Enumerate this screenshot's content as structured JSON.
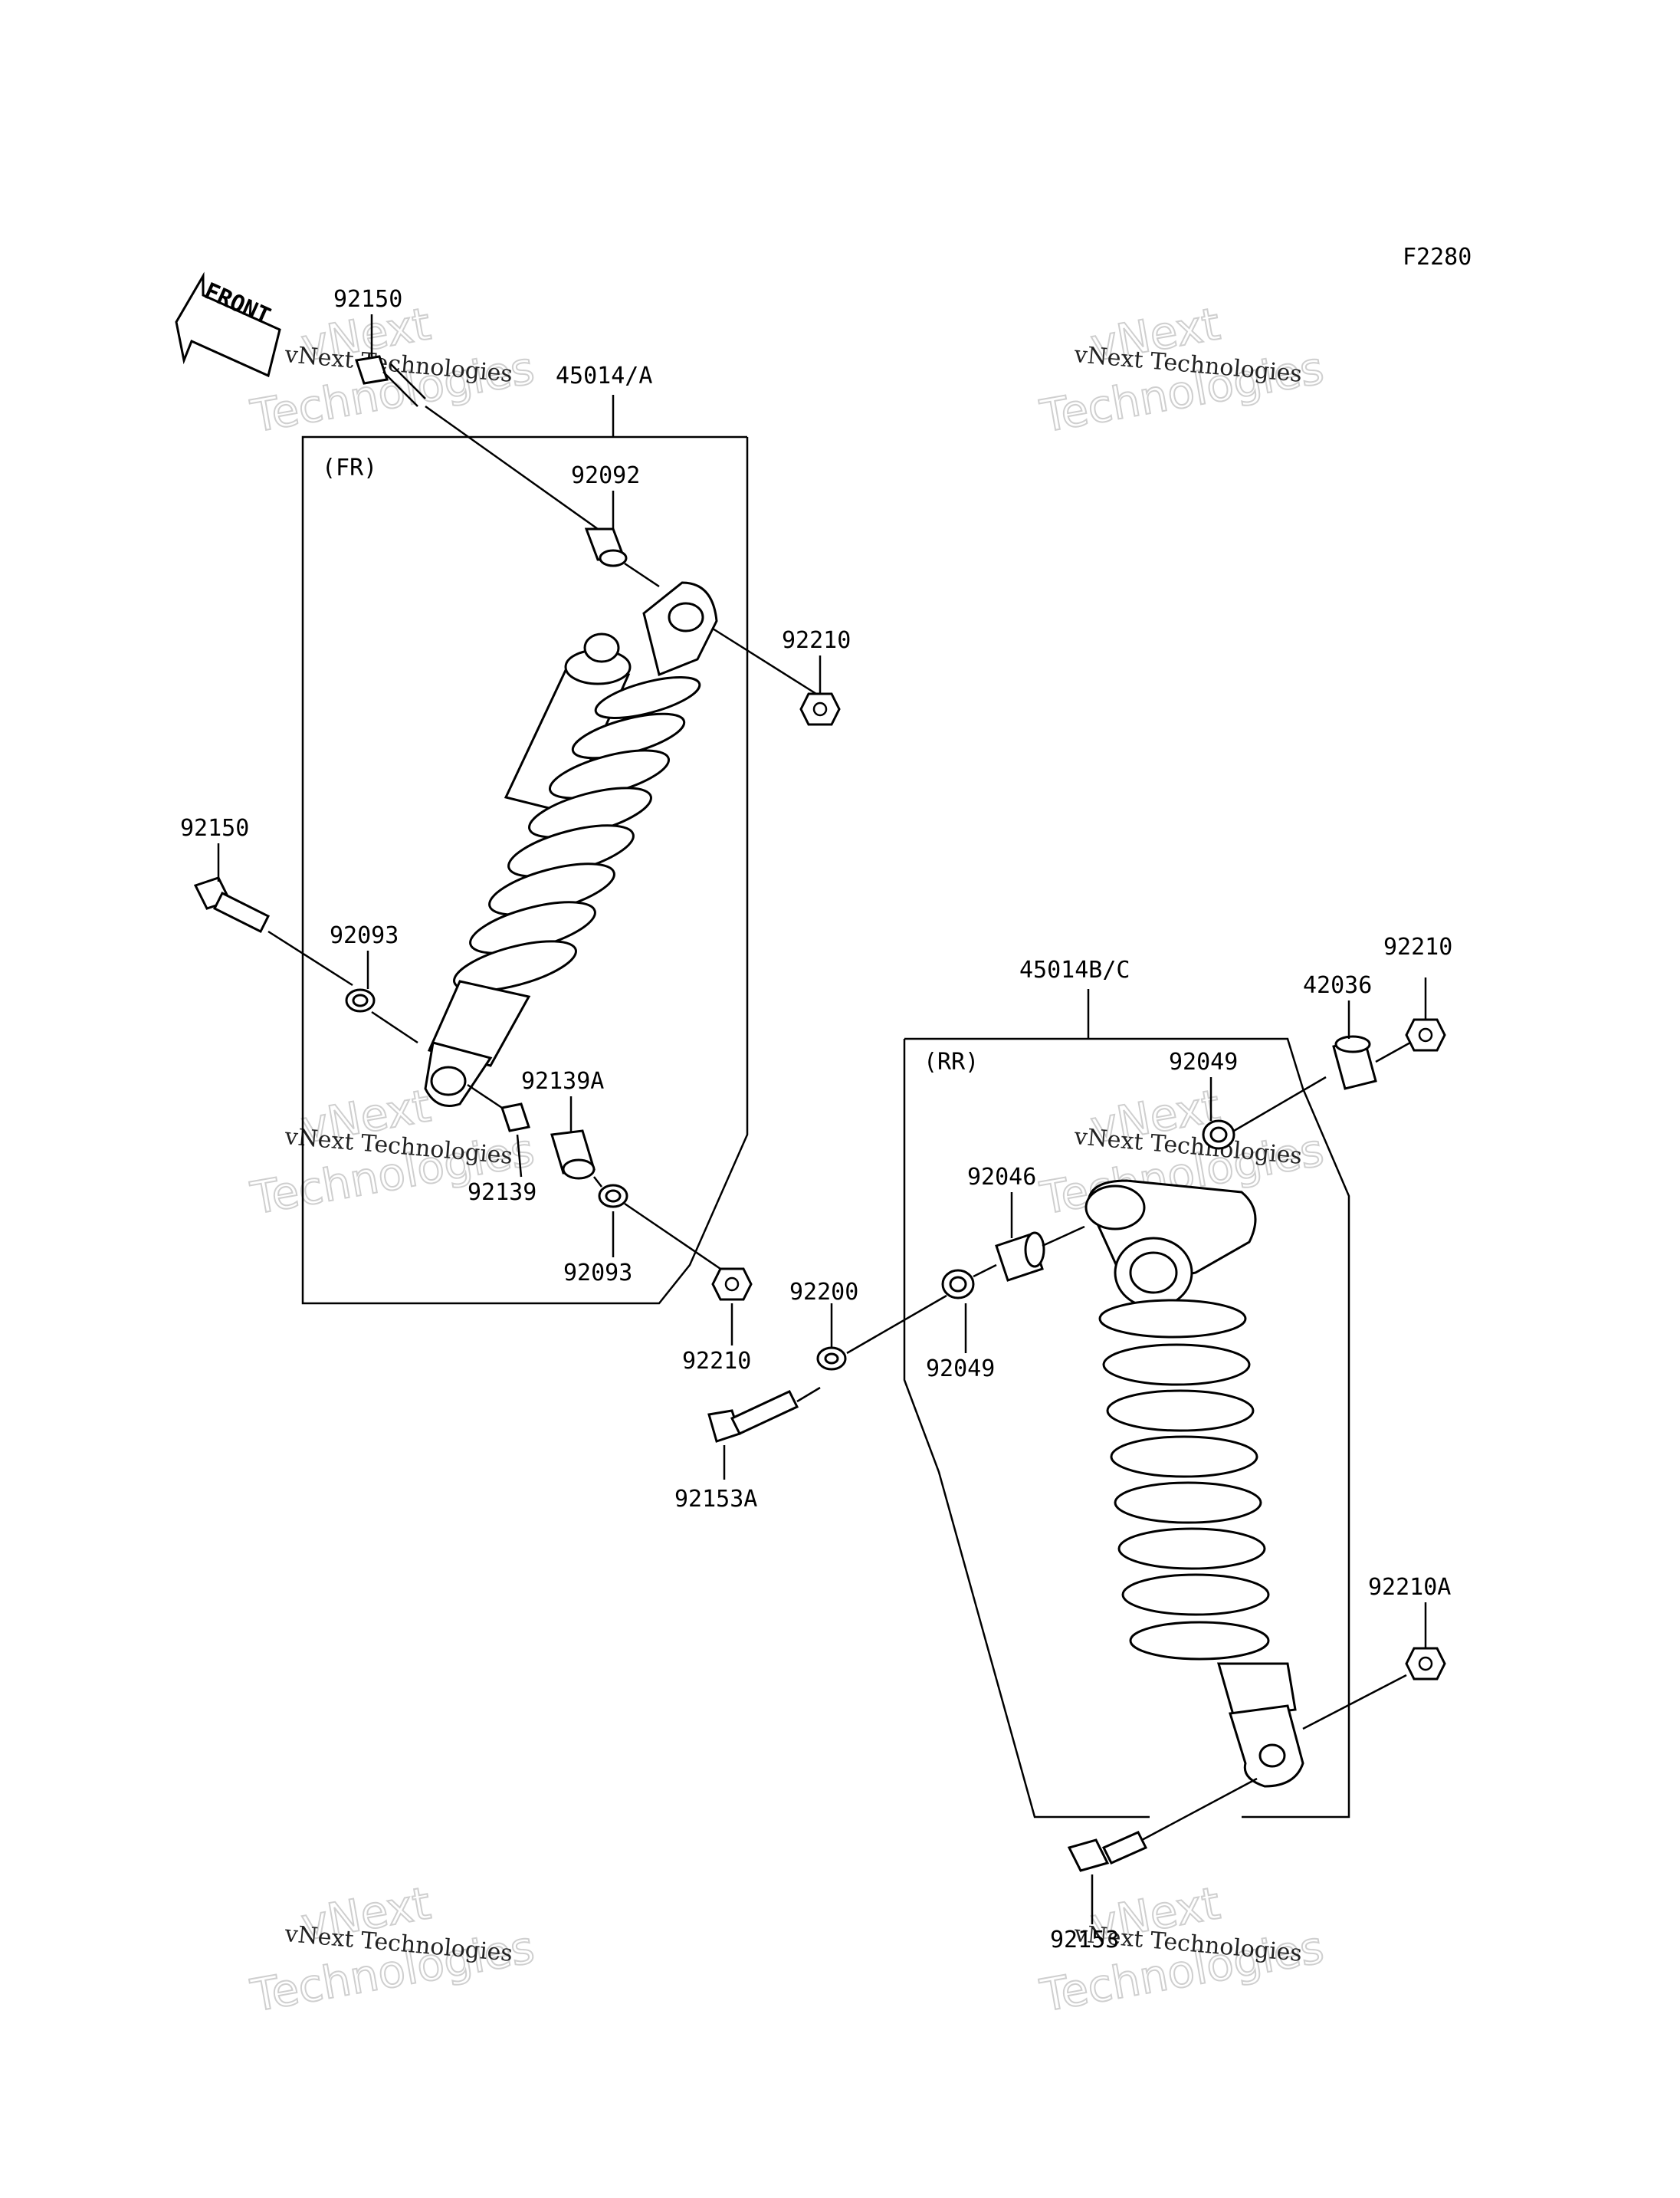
{
  "diagram_code": "F2280",
  "front_arrow_text": "FRONT",
  "watermark": {
    "line1": "vNext",
    "line2": "Technologies",
    "caption": "vNext Technologies"
  },
  "groups": {
    "front": {
      "assembly": "45014/A",
      "tag": "(FR)"
    },
    "rear": {
      "assembly": "45014B/C",
      "tag": "(RR)"
    }
  },
  "labels": {
    "l92150_top": "92150",
    "l92092": "92092",
    "l92210_fr_top": "92210",
    "l92150_mid": "92150",
    "l92093_upper": "92093",
    "l92139A": "92139A",
    "l92139": "92139",
    "l92093_lower": "92093",
    "l92210_fr_bottom": "92210",
    "l92200": "92200",
    "l92153A": "92153A",
    "l92046": "92046",
    "l92049_upper": "92049",
    "l92049_lower": "92049",
    "l42036": "42036",
    "l92210_rr": "92210",
    "l92210A": "92210A",
    "l92153": "92153"
  }
}
